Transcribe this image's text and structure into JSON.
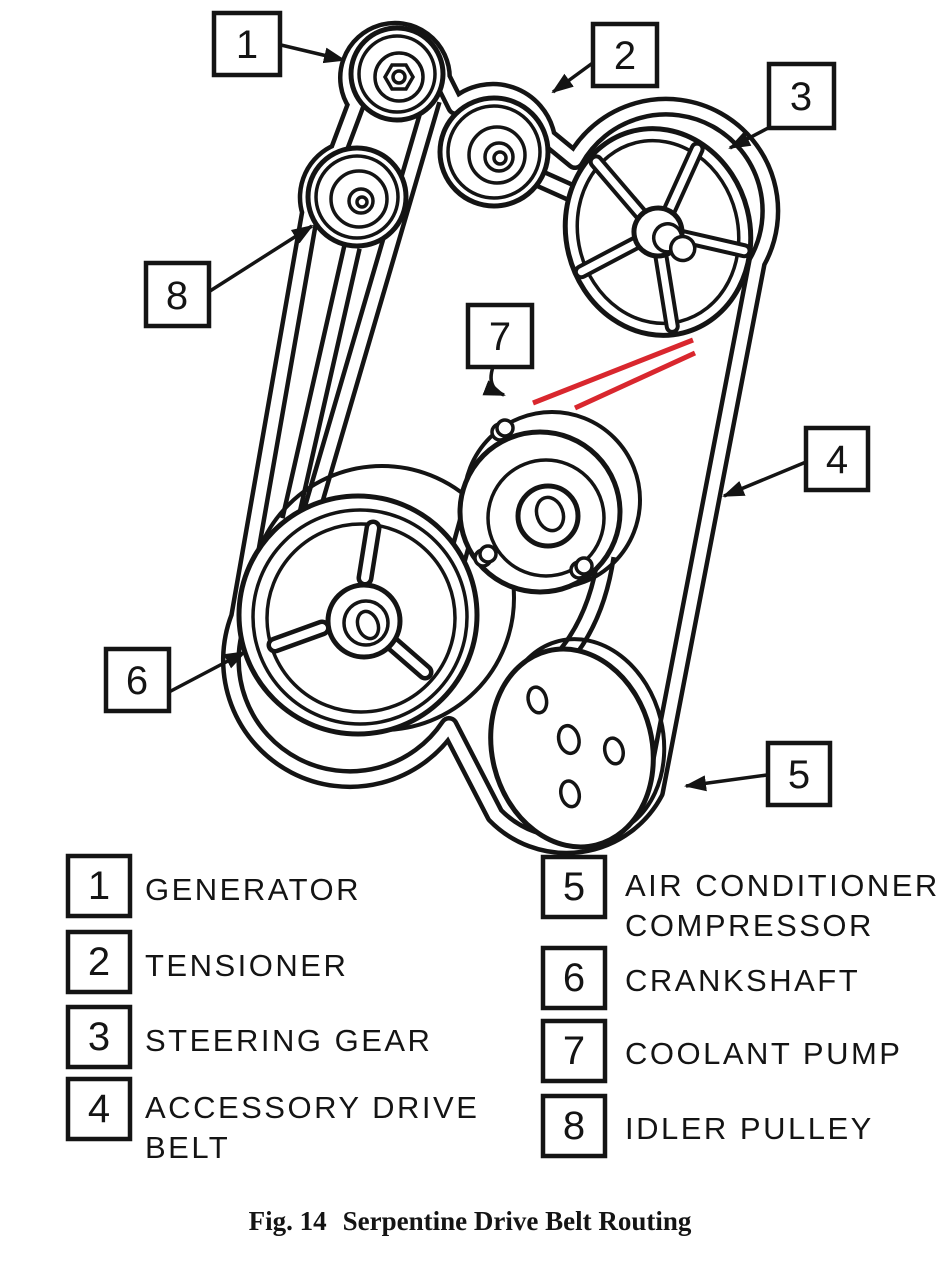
{
  "figure": {
    "fig_label": "Fig. 14",
    "title": "Serpentine Drive Belt Routing"
  },
  "colors": {
    "ink": "#141414",
    "paper": "#ffffff",
    "highlight_red": "#d9272e"
  },
  "callouts": {
    "c1": "1",
    "c2": "2",
    "c3": "3",
    "c4": "4",
    "c5": "5",
    "c6": "6",
    "c7": "7",
    "c8": "8"
  },
  "legend": {
    "left": [
      {
        "num": "1",
        "label": "GENERATOR"
      },
      {
        "num": "2",
        "label": "TENSIONER"
      },
      {
        "num": "3",
        "label": "STEERING GEAR"
      },
      {
        "num": "4",
        "label": "ACCESSORY DRIVE",
        "label2": "BELT"
      }
    ],
    "right": [
      {
        "num": "5",
        "label": "AIR CONDITIONER",
        "label2": "COMPRESSOR"
      },
      {
        "num": "6",
        "label": "CRANKSHAFT"
      },
      {
        "num": "7",
        "label": "COOLANT PUMP"
      },
      {
        "num": "8",
        "label": "IDLER PULLEY"
      }
    ]
  }
}
